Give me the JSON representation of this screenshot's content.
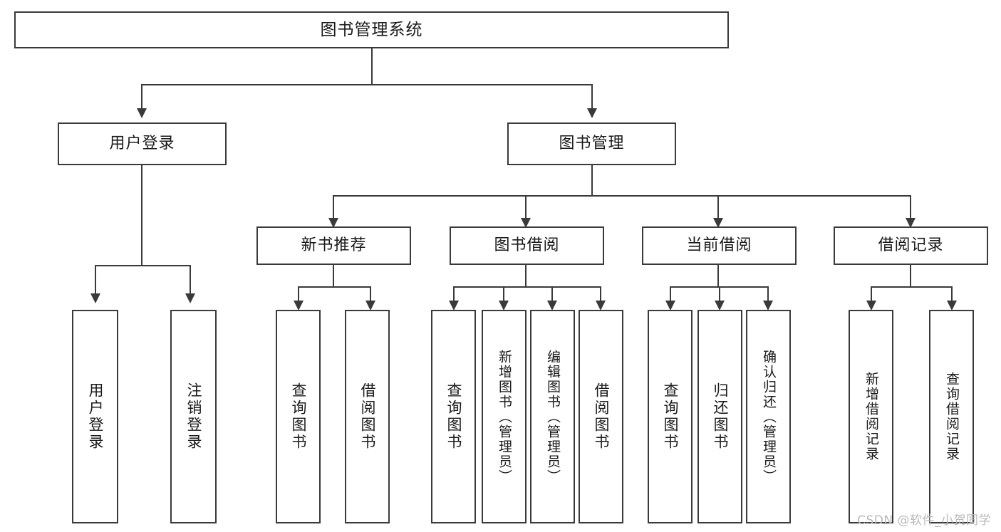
{
  "diagram": {
    "type": "tree-hierarchy",
    "title": "图书管理系统",
    "watermark": "CSDN @软件_小贺同学",
    "colors": {
      "background": "#ffffff",
      "box_border": "#3a3a3a",
      "box_fill": "#ffffff",
      "connector": "#3a3a3a",
      "text": "#1a1a1a",
      "watermark": "#b9b9b9"
    },
    "root": {
      "label": "图书管理系统"
    },
    "level2": [
      {
        "id": "user-login",
        "label": "用户登录"
      },
      {
        "id": "book-management",
        "label": "图书管理"
      }
    ],
    "level3": [
      {
        "id": "new-book-recommend",
        "label": "新书推荐",
        "parent": "book-management"
      },
      {
        "id": "book-borrow",
        "label": "图书借阅",
        "parent": "book-management"
      },
      {
        "id": "current-borrow",
        "label": "当前借阅",
        "parent": "book-management"
      },
      {
        "id": "borrow-record",
        "label": "借阅记录",
        "parent": "book-management"
      }
    ],
    "leaves": {
      "user_login": [
        {
          "id": "leaf-user-login",
          "label": "用户登录"
        },
        {
          "id": "leaf-logout",
          "label": "注销登录"
        }
      ],
      "new_book_recommend": [
        {
          "id": "leaf-query-book-1",
          "label": "查询图书"
        },
        {
          "id": "leaf-borrow-book-1",
          "label": "借阅图书"
        }
      ],
      "book_borrow": [
        {
          "id": "leaf-query-book-2",
          "label": "查询图书"
        },
        {
          "id": "leaf-add-book",
          "label": "新增图书（管理员）"
        },
        {
          "id": "leaf-edit-book",
          "label": "编辑图书（管理员）"
        },
        {
          "id": "leaf-borrow-book-2",
          "label": "借阅图书"
        }
      ],
      "current_borrow": [
        {
          "id": "leaf-query-book-3",
          "label": "查询图书"
        },
        {
          "id": "leaf-return-book",
          "label": "归还图书"
        },
        {
          "id": "leaf-confirm-return",
          "label": "确认归还（管理员）"
        }
      ],
      "borrow_record": [
        {
          "id": "leaf-add-record",
          "label": "新增借阅记录"
        },
        {
          "id": "leaf-query-record",
          "label": "查询借阅记录"
        }
      ]
    }
  }
}
